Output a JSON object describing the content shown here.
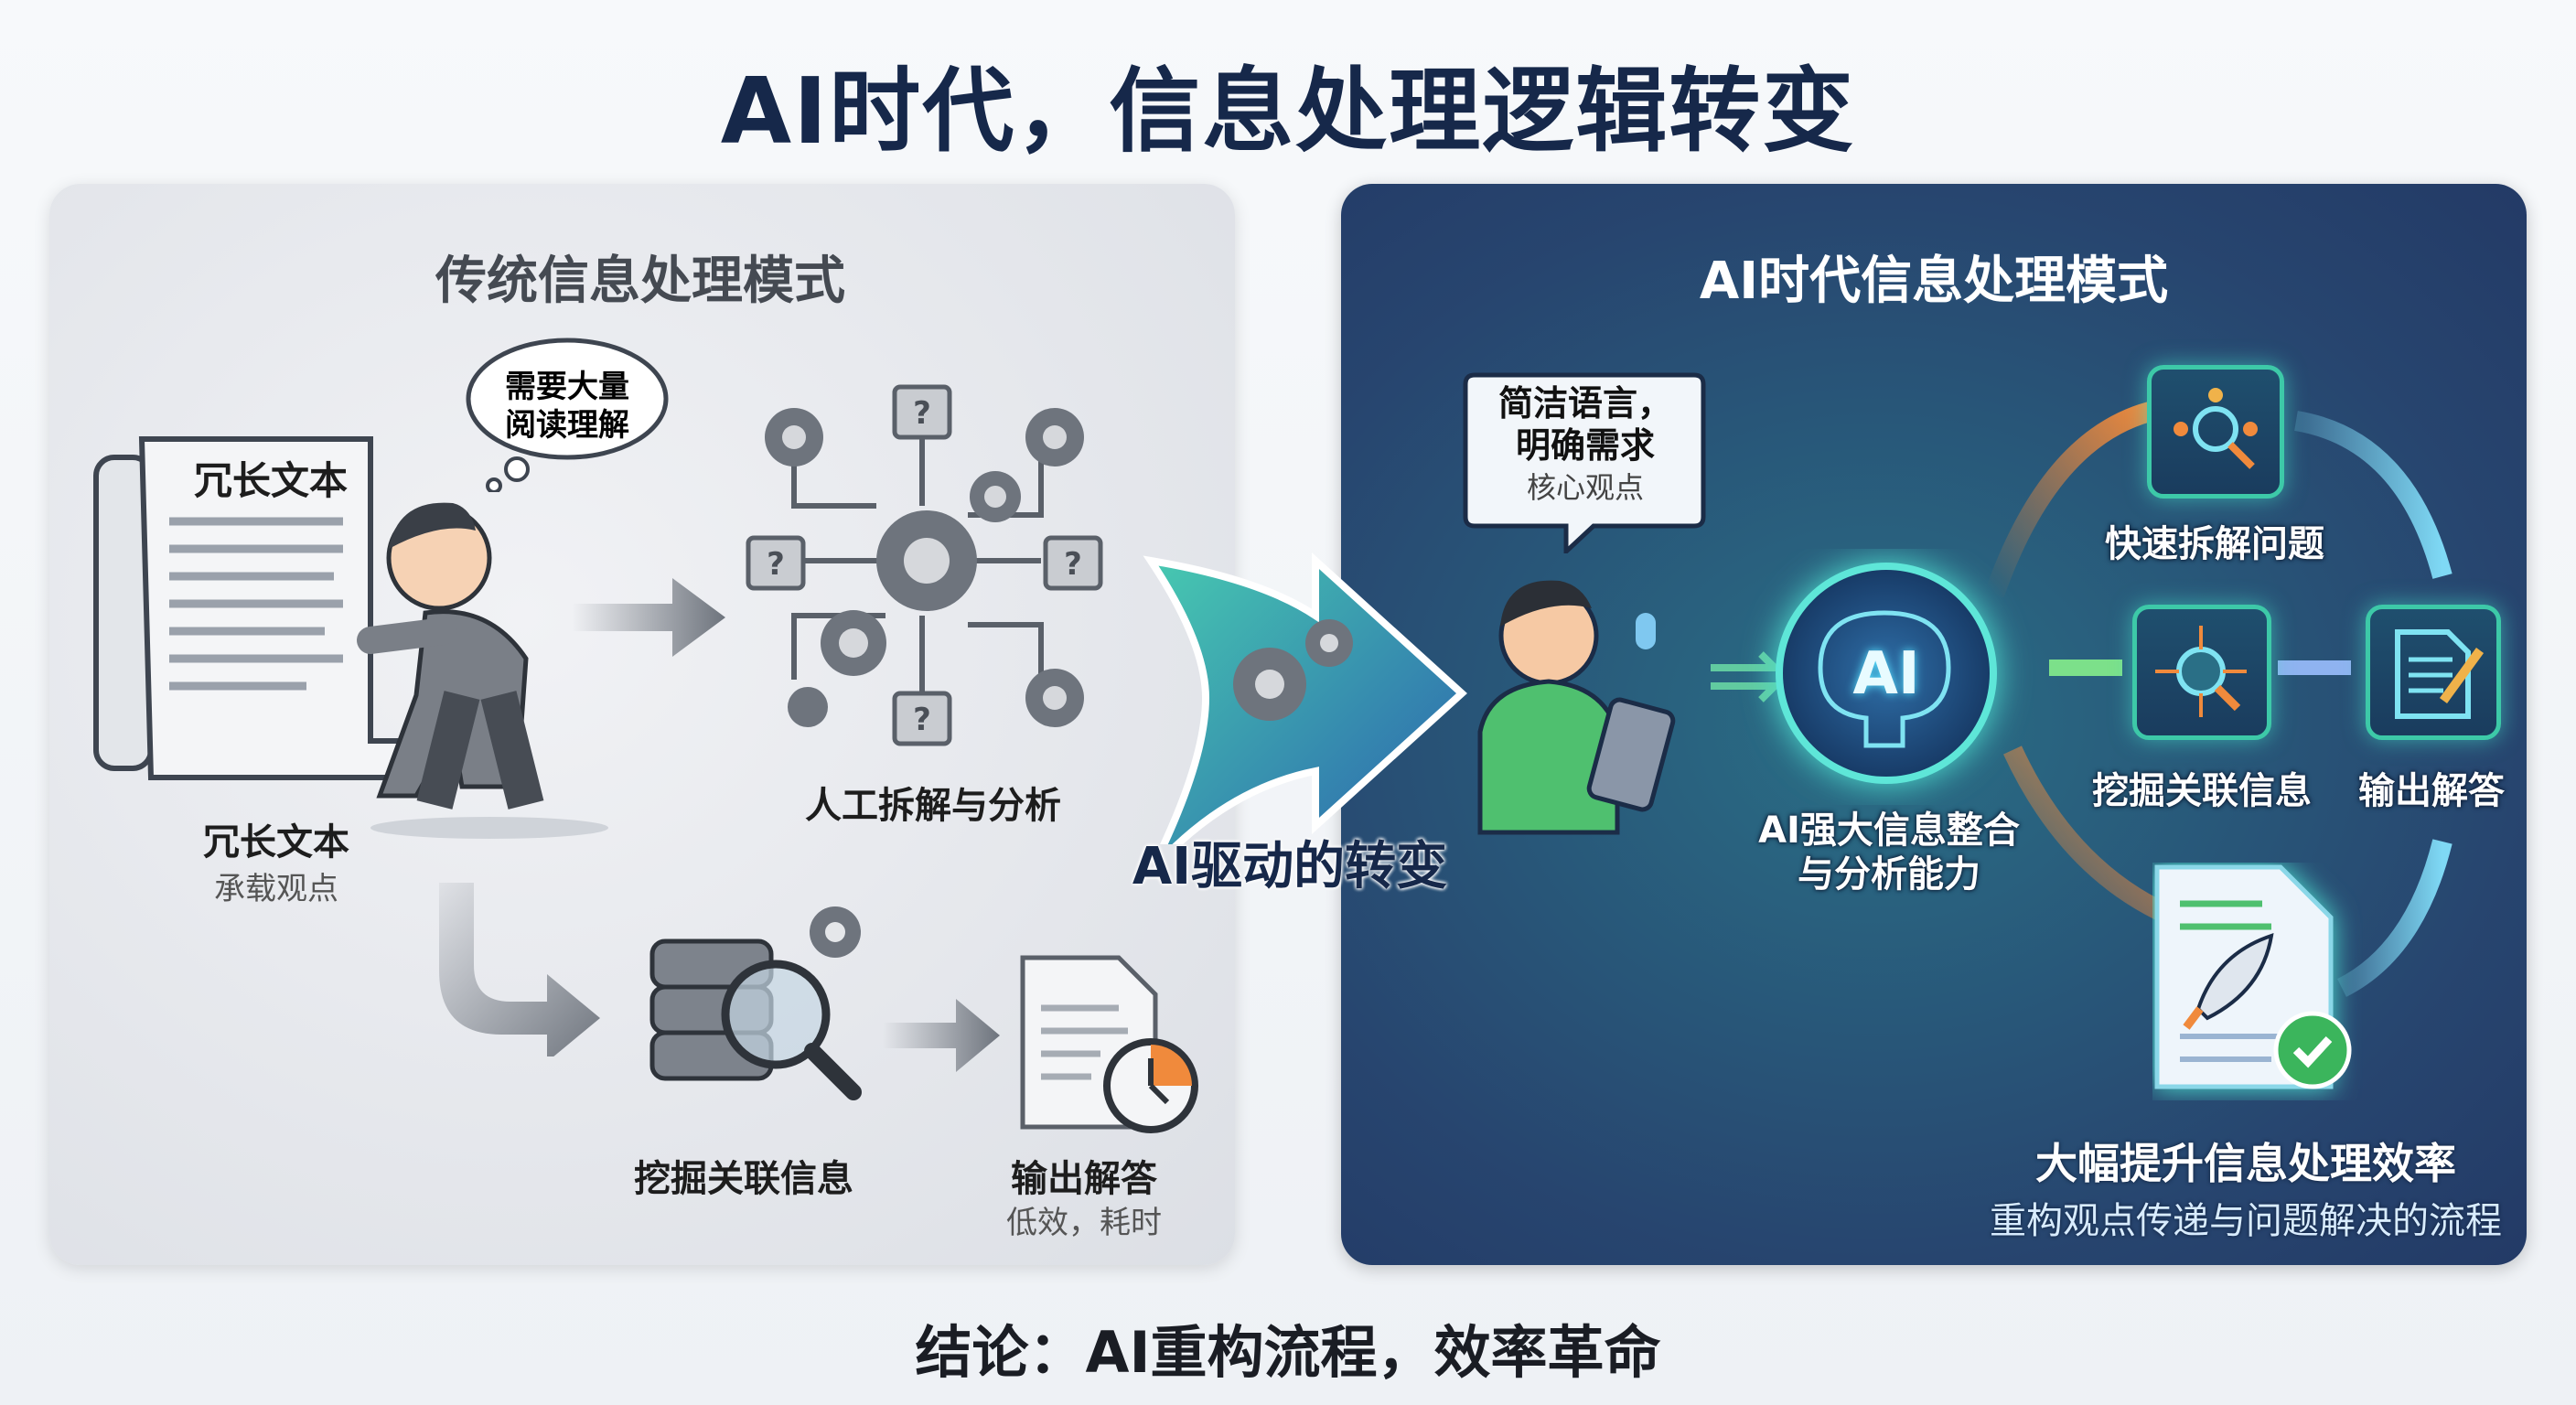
{
  "title": "AI时代，信息处理逻辑转变",
  "traditional": {
    "heading": "传统信息处理模式",
    "scroll_label": "冗长文本",
    "thought_bubble": [
      "需要大量",
      "阅读理解"
    ],
    "text_caption": "冗长文本",
    "text_subcaption": "承载观点",
    "analysis_label": "人工拆解与分析",
    "mining_label": "挖掘关联信息",
    "output_label": "输出解答",
    "output_sub": "低效，耗时"
  },
  "transition": {
    "label": "AI驱动的转变"
  },
  "ai": {
    "heading": "AI时代信息处理模式",
    "speech_bubble": [
      "简洁语言，",
      "明确需求",
      "核心观点"
    ],
    "brain_text": "AI",
    "brain_label": [
      "AI强大信息整合",
      "与分析能力"
    ],
    "steps": [
      "快速拆解问题",
      "挖掘关联信息",
      "输出解答"
    ],
    "result_title": "大幅提升信息处理效率",
    "result_sub": "重构观点传递与问题解决的流程"
  },
  "conclusion": "结论：AI重构流程，效率革命",
  "colors": {
    "title": "#16284a",
    "accent_teal": "#3dc9a8",
    "accent_orange": "#f08a3c"
  }
}
